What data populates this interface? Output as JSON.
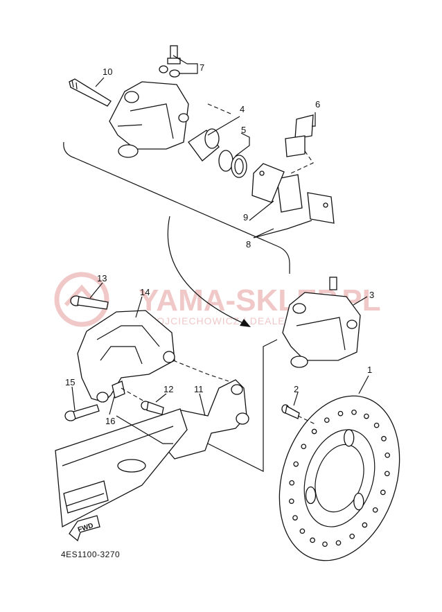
{
  "diagram_code": "4ES1100-3270",
  "watermark": {
    "brand": "YAMA-SKLEP.PL",
    "subtitle": "WOJCIECHOWICZ | DEALER YAMAHA"
  },
  "fwd_label": "FWD",
  "callouts": [
    "1",
    "2",
    "3",
    "4",
    "5",
    "6",
    "7",
    "8",
    "9",
    "10",
    "11",
    "12",
    "13",
    "14",
    "15",
    "16"
  ],
  "colors": {
    "line": "#111111",
    "watermark": "#f0c8c8"
  }
}
